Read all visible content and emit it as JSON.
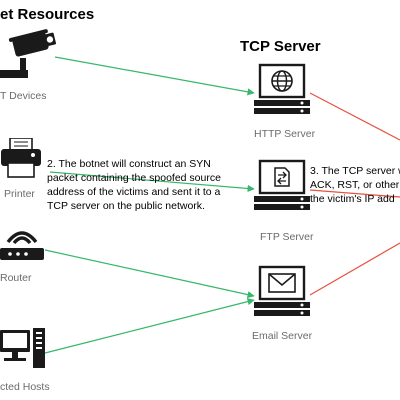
{
  "headings": {
    "left": "et Resources",
    "right": "TCP Server"
  },
  "nodes": {
    "iot": "T Devices",
    "printer": "Printer",
    "router": "Router",
    "hosts": "cted Hosts",
    "http": "HTTP Server",
    "ftp": "FTP Server",
    "email": "Email Server"
  },
  "notes": {
    "step2": [
      "2. The botnet will construct an SYN",
      "packet containing the spoofed source",
      "address of the victims and sent it to a",
      "TCP server on the public network."
    ],
    "step3": [
      "3. The TCP server w",
      "ACK, RST, or other",
      "the victim's IP add"
    ]
  },
  "colors": {
    "attack_arrow": "#35b86a",
    "reflect_arrow": "#e85040",
    "icon_dark": "#1a1a1a",
    "label_gray": "#6b6b6b"
  },
  "icons": {
    "iot": "camera-icon",
    "printer": "printer-icon",
    "router": "router-icon",
    "hosts": "desktop-computer-icon",
    "http": "globe-server-icon",
    "ftp": "file-transfer-server-icon",
    "email": "mail-server-icon"
  }
}
